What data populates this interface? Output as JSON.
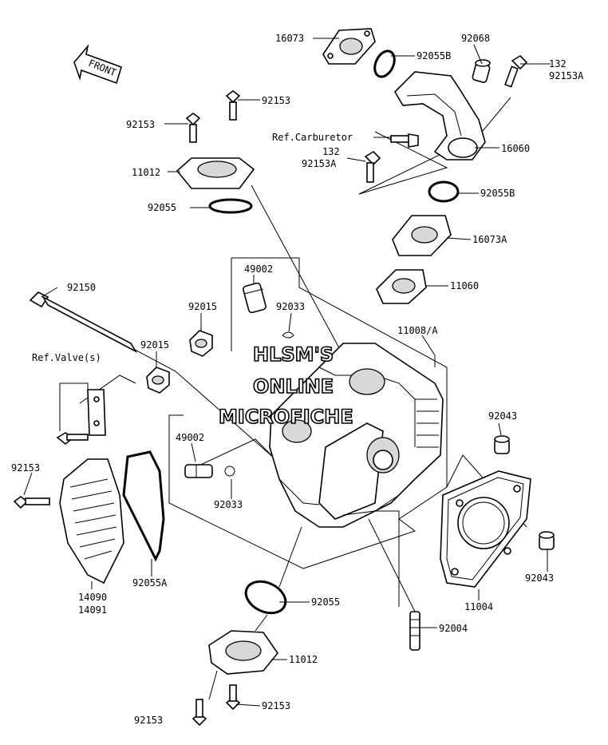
{
  "front_label": "FRONT",
  "watermark": [
    "HLSM'S",
    "ONLINE",
    "MICROFICHE"
  ],
  "labels": {
    "l16073": "16073",
    "l92055B_top": "92055B",
    "l92068": "92068",
    "l132_a": "132",
    "l92153A_a": "92153A",
    "l92153_top": "92153",
    "l92153_left": "92153",
    "l11012_top": "11012",
    "l92055_top": "92055",
    "lRefCarb": "Ref.Carburetor",
    "l16060": "16060",
    "l132_b": "132",
    "l92153A_b": "92153A",
    "l92055B_mid": "92055B",
    "l16073A": "16073A",
    "l49002_top": "49002",
    "l11060": "11060",
    "l92150": "92150",
    "l92015_a": "92015",
    "l92033_top": "92033",
    "l11008": "11008/A",
    "l92015_b": "92015",
    "lRefValve": "Ref.Valve(s)",
    "l92043_a": "92043",
    "l49002_mid": "49002",
    "l92153_mid": "92153",
    "l92033_mid": "92033",
    "l92055A": "92055A",
    "l14090": "14090",
    "l14091": "14091",
    "l11004": "11004",
    "l92043_b": "92043",
    "l92055_bot": "92055",
    "l92004": "92004",
    "l11012_bot": "11012",
    "l92153_bot_a": "92153",
    "l92153_bot_b": "92153"
  }
}
